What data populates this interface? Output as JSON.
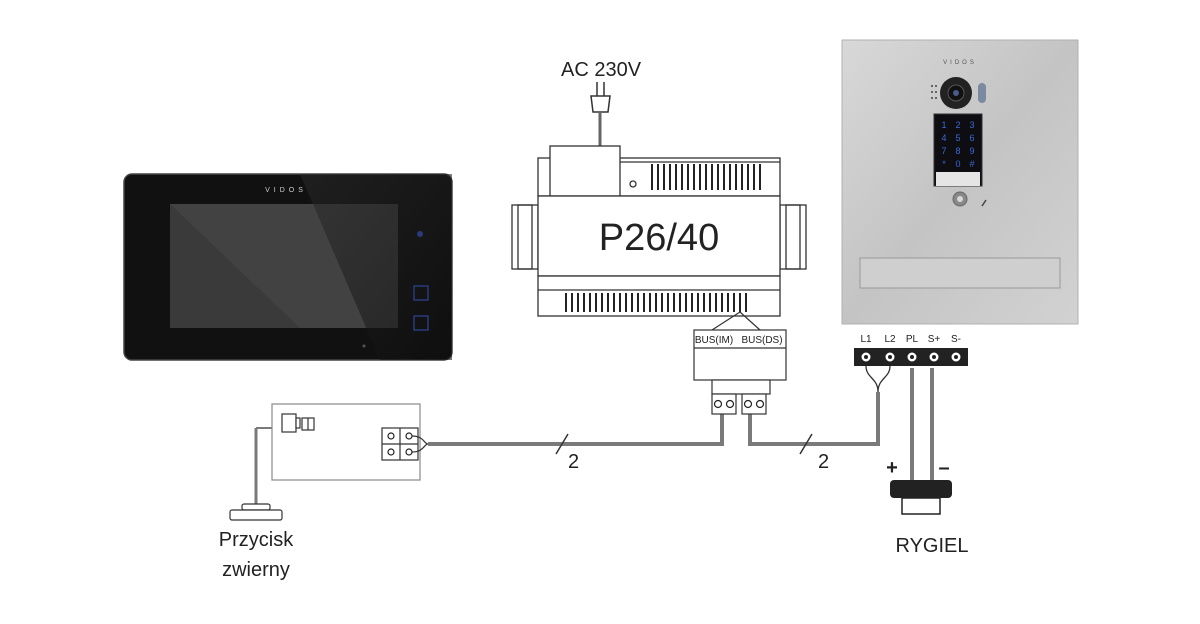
{
  "power": {
    "label": "AC 230V"
  },
  "supply": {
    "model": "P26/40",
    "port_im": "BUS(IM)",
    "port_ds": "BUS(DS)"
  },
  "monitor": {
    "brand": "VIDOS"
  },
  "door_station": {
    "brand": "VIDOS",
    "keypad": [
      "1",
      "2",
      "3",
      "4",
      "5",
      "6",
      "7",
      "8",
      "9",
      "*",
      "0",
      "#"
    ]
  },
  "terminals": {
    "labels": [
      "L1",
      "L2",
      "PL",
      "S+",
      "S-"
    ]
  },
  "wires": {
    "left_count": "2",
    "right_count": "2"
  },
  "button": {
    "label_line1": "Przycisk",
    "label_line2": "zwierny"
  },
  "lock": {
    "label": "RYGIEL",
    "plus": "+",
    "minus": "–"
  },
  "colors": {
    "wire": "#7a7a7a",
    "line": "#333333",
    "panel": "#c9c9c9",
    "monitor": "#111111"
  }
}
